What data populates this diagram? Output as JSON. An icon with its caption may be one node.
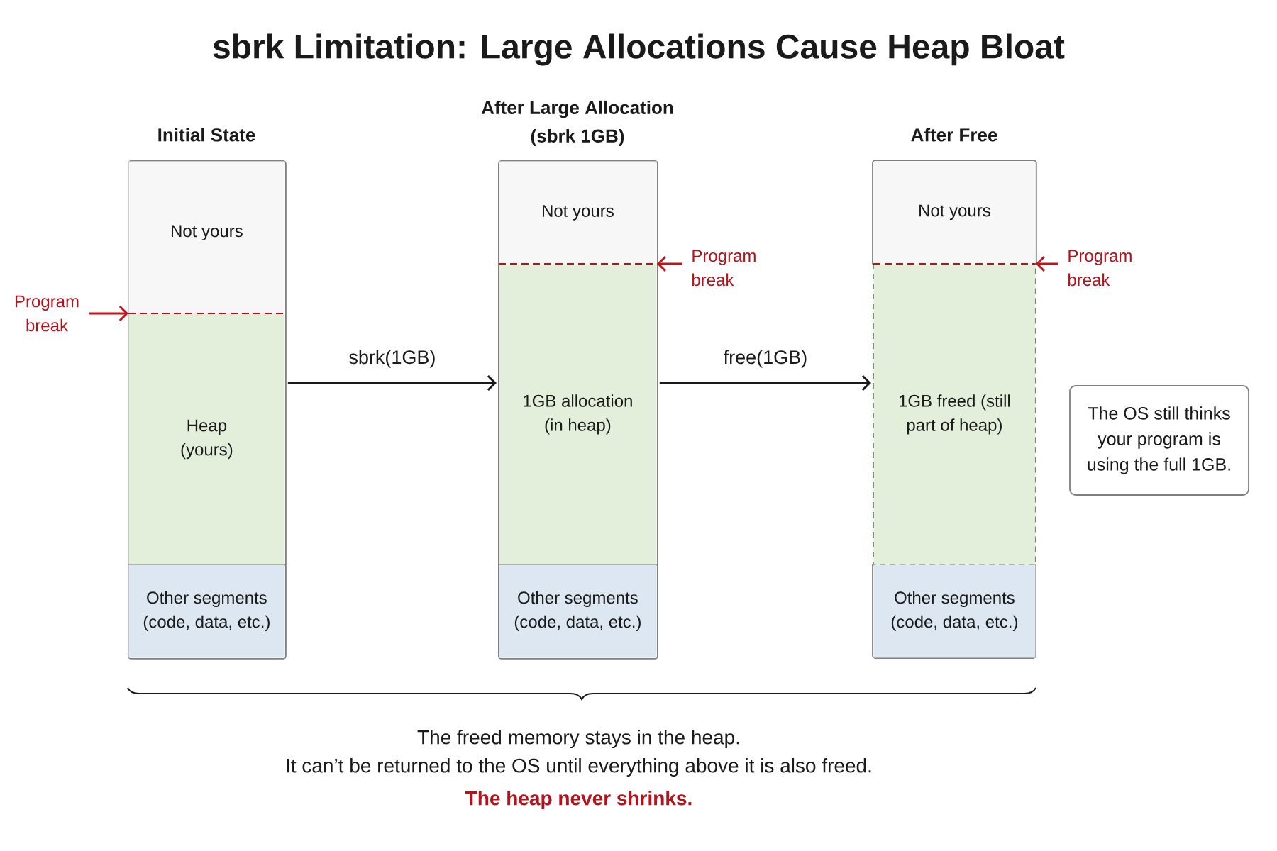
{
  "diagram": {
    "title": "sbrk Limitation: Large Allocations Cause Heap Bloat",
    "nodes": [
      {
        "text": [
          "Initial State"
        ]
      },
      {
        "text": [
          "Not yours"
        ],
        "in": 0
      },
      {
        "text": [
          "Heap (yours)"
        ],
        "in": 0
      },
      {
        "text": [
          "Other segments (code, data, etc.)"
        ],
        "in": 0
      },
      {
        "text": [
          "Program break"
        ]
      },
      {
        "text": [
          "After Large Allocation (sbrk 1GB)"
        ]
      },
      {
        "text": [
          "Not yours"
        ],
        "in": 5
      },
      {
        "text": [
          "1GB allocation (in heap)"
        ],
        "in": 5
      },
      {
        "text": [
          "Other segments (code, data, etc.)"
        ],
        "in": 5
      },
      {
        "text": [
          "Program break"
        ]
      },
      {
        "text": [
          "After Free"
        ]
      },
      {
        "text": [
          "Not yours"
        ],
        "in": 10
      },
      {
        "text": [
          "1GB freed (still part of heap)"
        ],
        "in": 10
      },
      {
        "text": [
          "Other segments (code, data, etc.)"
        ],
        "in": 10
      },
      {
        "text": [
          "Program break"
        ]
      },
      {
        "text": [
          "The OS still thinks your program is using the full 1GB."
        ]
      }
    ],
    "edges": [
      {
        "from": 4,
        "to": 2,
        "arrow": "to",
        "color": "#c0161b"
      },
      {
        "from": 0,
        "to": 5,
        "arrow": "to",
        "label": "sbrk(1GB)",
        "color": "#1a1a1a"
      },
      {
        "from": 9,
        "to": 7,
        "arrow": "to",
        "color": "#c0161b"
      },
      {
        "from": 5,
        "to": 10,
        "arrow": "to",
        "label": "free(1GB)",
        "color": "#1a1a1a"
      },
      {
        "from": 14,
        "to": 12,
        "arrow": "to",
        "color": "#c0161b"
      }
    ],
    "labels": [
      "The freed memory stays in the heap.",
      "It can’t be returned to the OS until everything above it is also freed.",
      "The heap never shrinks."
    ]
  }
}
